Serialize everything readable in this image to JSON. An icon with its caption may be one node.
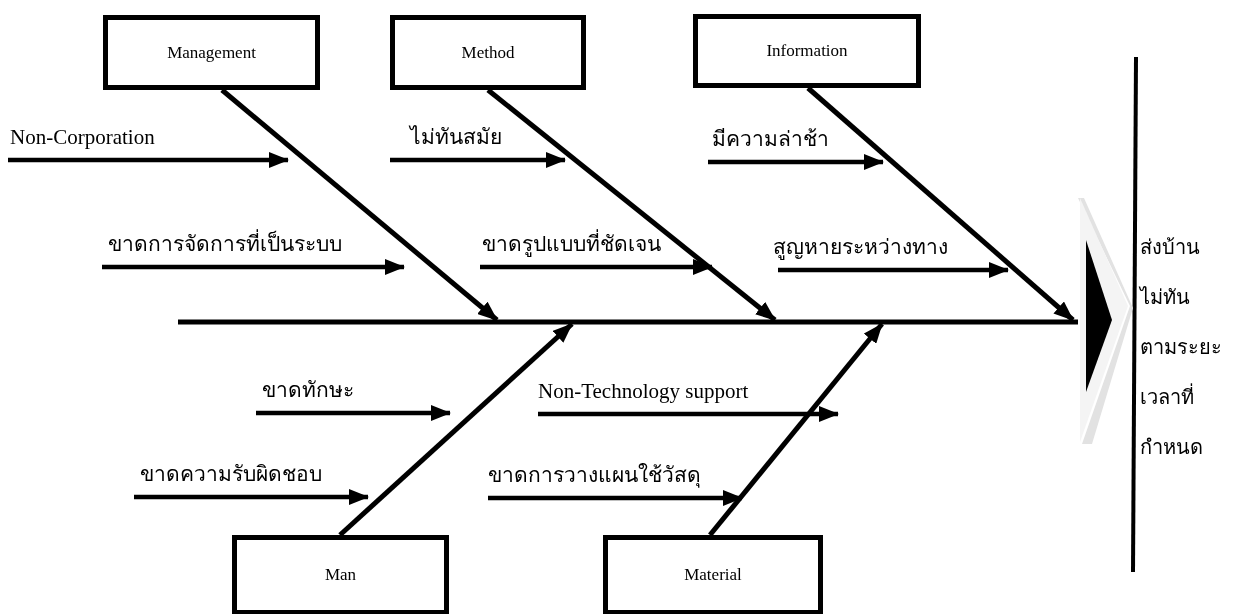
{
  "diagram": {
    "nodes": [
      {
        "text": [
          "Management"
        ]
      },
      {
        "text": [
          "Method"
        ]
      },
      {
        "text": [
          "Information"
        ]
      },
      {
        "text": [
          "Man"
        ]
      },
      {
        "text": [
          "Material"
        ]
      },
      {
        "text": [
          "Non-Corporation"
        ]
      },
      {
        "text": [
          "ขาดการจัดการที่เป็นระบบ"
        ]
      },
      {
        "text": [
          "ไม่ทันสมัย"
        ]
      },
      {
        "text": [
          "ขาดรูปแบบที่ชัดเจน"
        ]
      },
      {
        "text": [
          "มีความล่าช้า"
        ]
      },
      {
        "text": [
          "สูญหายระหว่างทาง"
        ]
      },
      {
        "text": [
          "ขาดทักษะ"
        ]
      },
      {
        "text": [
          "ขาดความรับผิดชอบ"
        ]
      },
      {
        "text": [
          "Non-Technology support"
        ]
      },
      {
        "text": [
          "ขาดการวางแผนใช้วัสดุ"
        ]
      },
      {
        "text": [],
        "shape": "triangle",
        "beside": [
          "ส่งบ้านไม่ทันตามระยะเวลาที่กำหนด"
        ]
      }
    ],
    "edges": [
      {
        "from": 0,
        "to": null,
        "arrow": "to"
      },
      {
        "from": 1,
        "to": null,
        "arrow": "to"
      },
      {
        "from": 2,
        "to": null,
        "arrow": "to"
      },
      {
        "from": 3,
        "to": null,
        "arrow": "to"
      },
      {
        "from": 4,
        "to": null,
        "arrow": "to"
      },
      {
        "from": 5,
        "to": null,
        "arrow": "to"
      },
      {
        "from": 6,
        "to": null,
        "arrow": "to"
      },
      {
        "from": 7,
        "to": null,
        "arrow": "to"
      },
      {
        "from": 8,
        "to": null,
        "arrow": "to"
      },
      {
        "from": 9,
        "to": null,
        "arrow": "to"
      },
      {
        "from": 10,
        "to": null,
        "arrow": "to"
      },
      {
        "from": 11,
        "to": null,
        "arrow": "to"
      },
      {
        "from": 12,
        "to": null,
        "arrow": "to"
      },
      {
        "from": 13,
        "to": null,
        "arrow": "to"
      },
      {
        "from": 14,
        "to": null,
        "arrow": "to"
      },
      {
        "from": null,
        "to": 15,
        "arrow": "none"
      }
    ]
  }
}
